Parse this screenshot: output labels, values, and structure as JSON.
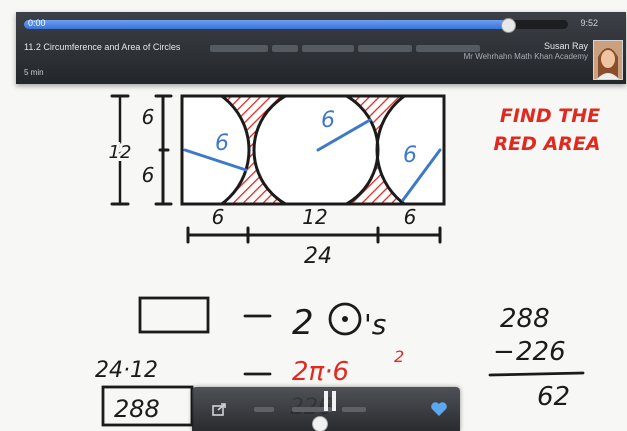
{
  "player": {
    "title": "11.2 Circumference and Area of Circles",
    "author": "Susan Ray",
    "subtitle": "Mr Wehrhahn Math Khan Academy",
    "views": "5 min",
    "time_start": "0:00",
    "time_end": "9:52",
    "progress": 0.89,
    "colors": {
      "accent": "#3a74d9",
      "bar": "#2b2e33"
    }
  },
  "board": {
    "dim_side_top": "6",
    "dim_side_bottom": "6",
    "dim_side_total": "12",
    "radius_left": "6",
    "radius_center": "6",
    "radius_right": "6",
    "dim_bottom_left": "6",
    "dim_bottom_mid": "12",
    "dim_bottom_right": "6",
    "dim_total": "24",
    "prompt_line1": "FIND THE",
    "prompt_line2": "RED AREA",
    "word_minus_circles_count": "2",
    "word_circles_suffix": "'s",
    "calc_rect": "24·12",
    "calc_circles": "2π·6",
    "calc_exponent": "2",
    "calc_result": "288",
    "calc_partial": "226",
    "sub_top": "288",
    "sub_mid": "226",
    "sub_result": "62",
    "colors": {
      "ink": "#1b1b1b",
      "red": "#e02a1f",
      "blue": "#3d79c9"
    }
  },
  "controls": {
    "colors": {
      "heart": "#5aa8f0"
    }
  }
}
